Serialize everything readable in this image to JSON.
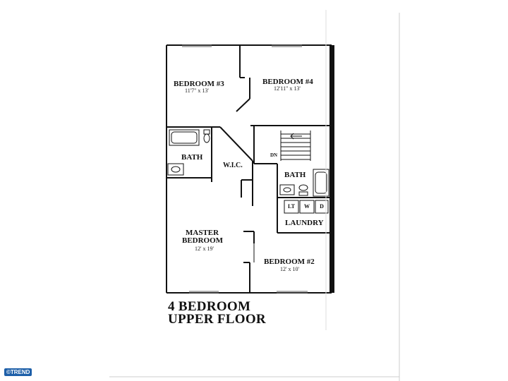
{
  "rooms": {
    "bedroom3": {
      "name": "BEDROOM #3",
      "dims": "11'7\" x 13'"
    },
    "bedroom4": {
      "name": "BEDROOM #4",
      "dims": "12'11\" x 13'"
    },
    "bath_left": {
      "name": "BATH"
    },
    "wic": {
      "name": "W.I.C."
    },
    "stairs": {
      "label": "DN"
    },
    "bath_right": {
      "name": "BATH"
    },
    "laundry": {
      "name": "LAUNDRY",
      "fixtures": [
        "LT",
        "W",
        "D"
      ]
    },
    "master": {
      "name_line1": "MASTER",
      "name_line2": "BEDROOM",
      "dims": "12' x 19'"
    },
    "bedroom2": {
      "name": "BEDROOM #2",
      "dims": "12' x 10'"
    }
  },
  "caption": {
    "line1": "4 BEDROOM",
    "line2": "UPPER FLOOR"
  },
  "watermark": "©TREND"
}
